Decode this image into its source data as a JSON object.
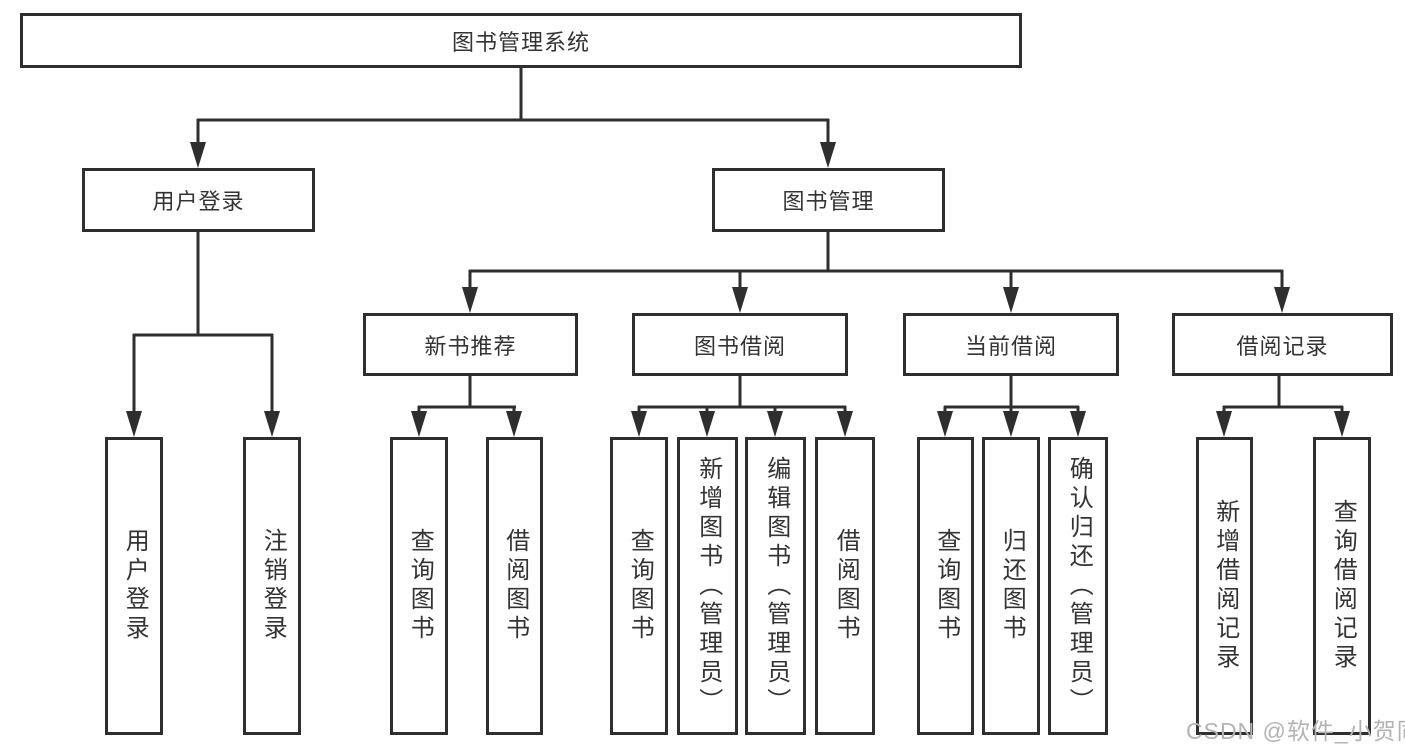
{
  "diagram": {
    "root": {
      "label": "图书管理系统"
    },
    "branches": {
      "user_login": {
        "label": "用户登录",
        "children": {
          "login": {
            "label": "用户登录"
          },
          "logout": {
            "label": "注销登录"
          }
        }
      },
      "book_management": {
        "label": "图书管理",
        "children": {
          "new_book_recommend": {
            "label": "新书推荐",
            "children": {
              "query_books": {
                "label": "查询图书"
              },
              "borrow_books": {
                "label": "借阅图书"
              }
            }
          },
          "book_borrow": {
            "label": "图书借阅",
            "children": {
              "query_books": {
                "label": "查询图书"
              },
              "add_books": {
                "label": "新增图书（管理员）"
              },
              "edit_books": {
                "label": "编辑图书（管理员）"
              },
              "borrow_books": {
                "label": "借阅图书"
              }
            }
          },
          "current_borrow": {
            "label": "当前借阅",
            "children": {
              "query_books": {
                "label": "查询图书"
              },
              "return_books": {
                "label": "归还图书"
              },
              "confirm_return": {
                "label": "确认归还（管理员）"
              }
            }
          },
          "borrow_records": {
            "label": "借阅记录",
            "children": {
              "add_borrow_record": {
                "label": "新增借阅记录"
              },
              "query_borrow_record": {
                "label": "查询借阅记录"
              }
            }
          }
        }
      }
    }
  },
  "watermark": {
    "text": "CSDN @软件_小贺同学"
  },
  "colors": {
    "line": "#2e2e2e",
    "text": "#333333",
    "background": "#ffffff",
    "watermark": "#b3b3b3"
  }
}
